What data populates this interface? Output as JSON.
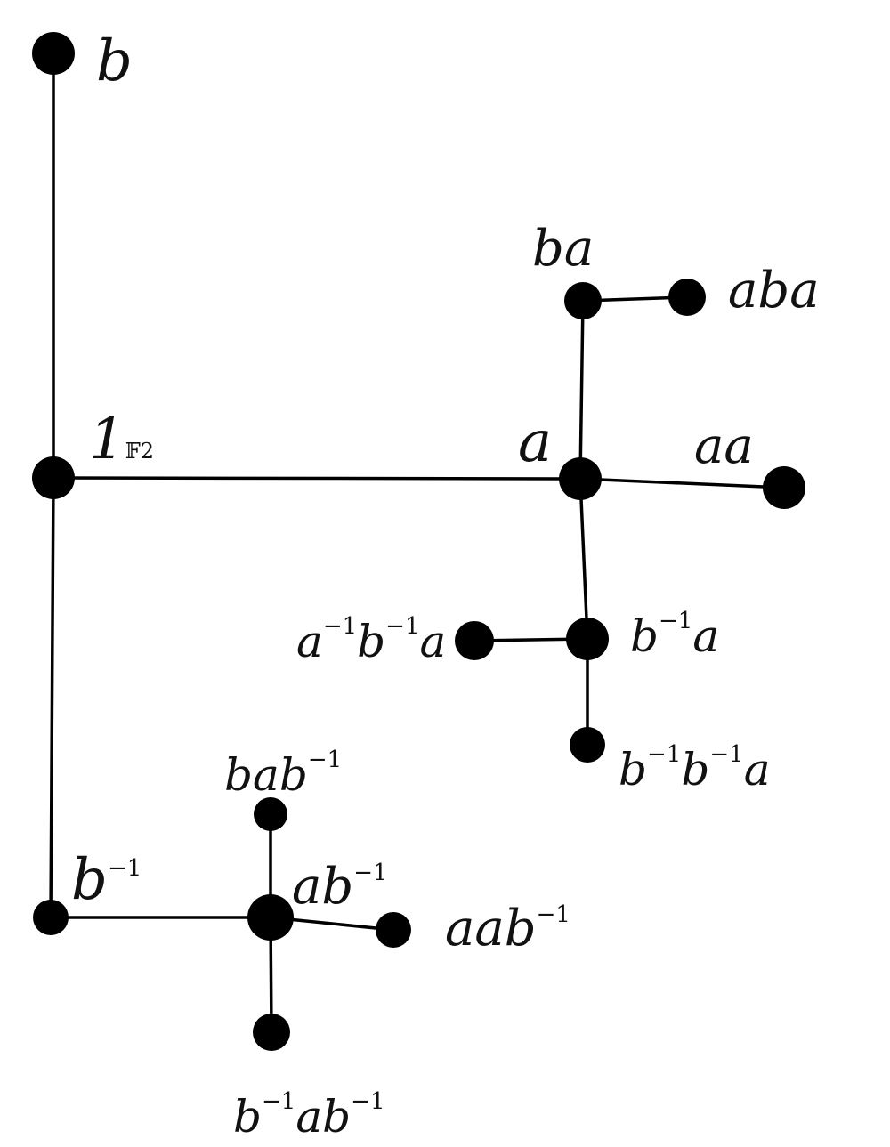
{
  "diagram": {
    "ink_color": "#000000",
    "nodes": [
      {
        "id": "b",
        "label": [
          {
            "t": "b"
          }
        ]
      },
      {
        "id": "one",
        "label": [
          {
            "t": "1"
          },
          {
            "t": "𝔽",
            "sub": true
          },
          {
            "t": "2",
            "sub": true
          }
        ]
      },
      {
        "id": "b_inv",
        "label": [
          {
            "t": "b"
          },
          {
            "t": "−1",
            "sup": true
          }
        ]
      },
      {
        "id": "a",
        "label": [
          {
            "t": "a"
          }
        ]
      },
      {
        "id": "ba",
        "label": [
          {
            "t": "ba"
          }
        ]
      },
      {
        "id": "aba",
        "label": [
          {
            "t": "aba"
          }
        ]
      },
      {
        "id": "aa",
        "label": [
          {
            "t": "aa"
          }
        ]
      },
      {
        "id": "b_inv_a",
        "label": [
          {
            "t": "b"
          },
          {
            "t": "−1",
            "sup": true
          },
          {
            "t": "a"
          }
        ]
      },
      {
        "id": "a_inv_b_inv_a",
        "label": [
          {
            "t": "a"
          },
          {
            "t": "−1",
            "sup": true
          },
          {
            "t": "b"
          },
          {
            "t": "−1",
            "sup": true
          },
          {
            "t": "a"
          }
        ]
      },
      {
        "id": "b_inv_b_inv_a",
        "label": [
          {
            "t": "b"
          },
          {
            "t": "−1",
            "sup": true
          },
          {
            "t": "b"
          },
          {
            "t": "−1",
            "sup": true
          },
          {
            "t": "a"
          }
        ]
      },
      {
        "id": "ab_inv",
        "label": [
          {
            "t": "ab"
          },
          {
            "t": "−1",
            "sup": true
          }
        ]
      },
      {
        "id": "bab_inv",
        "label": [
          {
            "t": "bab"
          },
          {
            "t": "−1",
            "sup": true
          }
        ]
      },
      {
        "id": "aab_inv",
        "label": [
          {
            "t": "aab"
          },
          {
            "t": "−1",
            "sup": true
          }
        ]
      },
      {
        "id": "b_inv_ab_inv",
        "label": [
          {
            "t": "b"
          },
          {
            "t": "−1",
            "sup": true
          },
          {
            "t": "ab"
          },
          {
            "t": "−1",
            "sup": true
          }
        ]
      }
    ],
    "edges": [
      [
        "b",
        "one"
      ],
      [
        "one",
        "b_inv"
      ],
      [
        "one",
        "a"
      ],
      [
        "a",
        "ba"
      ],
      [
        "ba",
        "aba"
      ],
      [
        "a",
        "aa"
      ],
      [
        "a",
        "b_inv_a"
      ],
      [
        "b_inv_a",
        "a_inv_b_inv_a"
      ],
      [
        "b_inv_a",
        "b_inv_b_inv_a"
      ],
      [
        "b_inv",
        "ab_inv"
      ],
      [
        "ab_inv",
        "bab_inv"
      ],
      [
        "ab_inv",
        "aab_inv"
      ],
      [
        "ab_inv",
        "b_inv_ab_inv"
      ]
    ]
  }
}
